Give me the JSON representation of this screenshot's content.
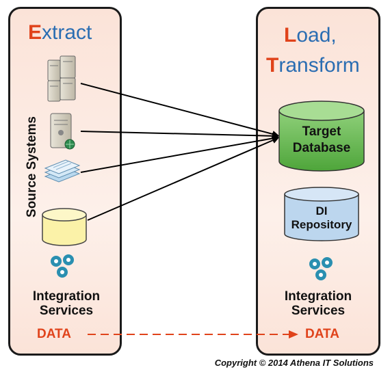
{
  "left_panel": {
    "heading_first": "E",
    "heading_rest": "xtract",
    "vertical_label": "Source Systems",
    "services_line1": "Integration",
    "services_line2": "Services",
    "data_label": "DATA"
  },
  "right_panel": {
    "heading1_first": "L",
    "heading1_rest": "oad,",
    "heading2_first": "T",
    "heading2_rest": "ransform",
    "target_db_line1": "Target",
    "target_db_line2": "Database",
    "repo_line1": "DI",
    "repo_line2": "Repository",
    "services_line1": "Integration",
    "services_line2": "Services",
    "data_label": "DATA"
  },
  "copyright": "Copyright © 2014 Athena IT Solutions",
  "colors": {
    "accent_orange": "#e0431b",
    "heading_blue": "#2a6db2",
    "target_green": "#5fb54a",
    "repo_blue": "#bcd6ee",
    "source_yellow": "#fbf2a8",
    "gear_teal": "#2a8fb0"
  },
  "icons": [
    "server-cluster-icon",
    "web-server-icon",
    "documents-icon",
    "database-cylinder-icon",
    "gears-icon"
  ]
}
